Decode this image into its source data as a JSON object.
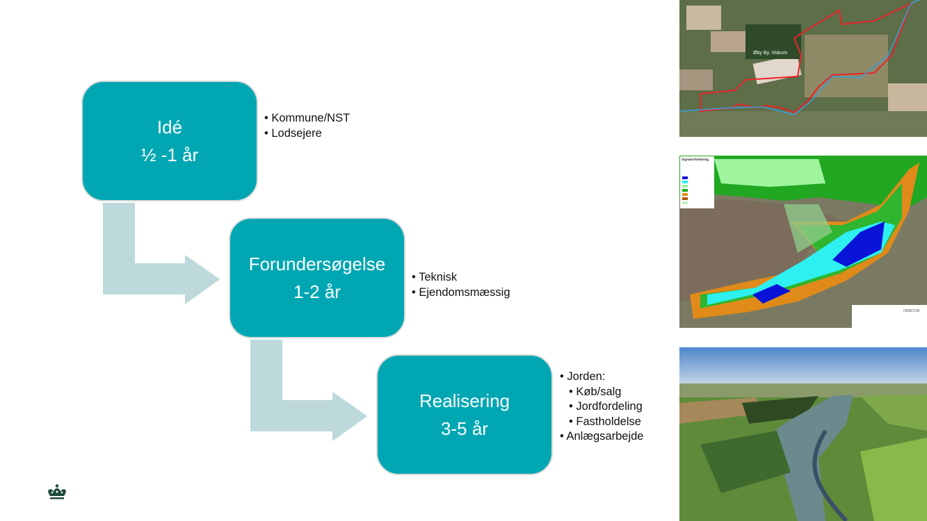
{
  "stages": [
    {
      "title": "Idé",
      "duration": "½ -1 år",
      "bullets": [
        "Kommune/NST",
        "Lodsejere"
      ]
    },
    {
      "title": "Forundersøgelse",
      "duration": "1-2 år",
      "bullets": [
        "Teknisk",
        "Ejendomsmæssig"
      ]
    },
    {
      "title": "Realisering",
      "duration": "3-5 år",
      "bullets": [
        "Jorden:",
        "Køb/salg",
        "Jordfordeling",
        "Fastholdelse",
        "Anlægsarbejde"
      ]
    }
  ],
  "bullet_char": "•",
  "images": {
    "aerial_map_label": "Øby By, Viskum",
    "flood_map_legend_title": "Signaturforklaring",
    "flood_map_brand": "ORBICON"
  },
  "colors": {
    "stage_box": "#00A7B3",
    "arrow": "#BDD9DC",
    "crown": "#1d4a3a"
  }
}
